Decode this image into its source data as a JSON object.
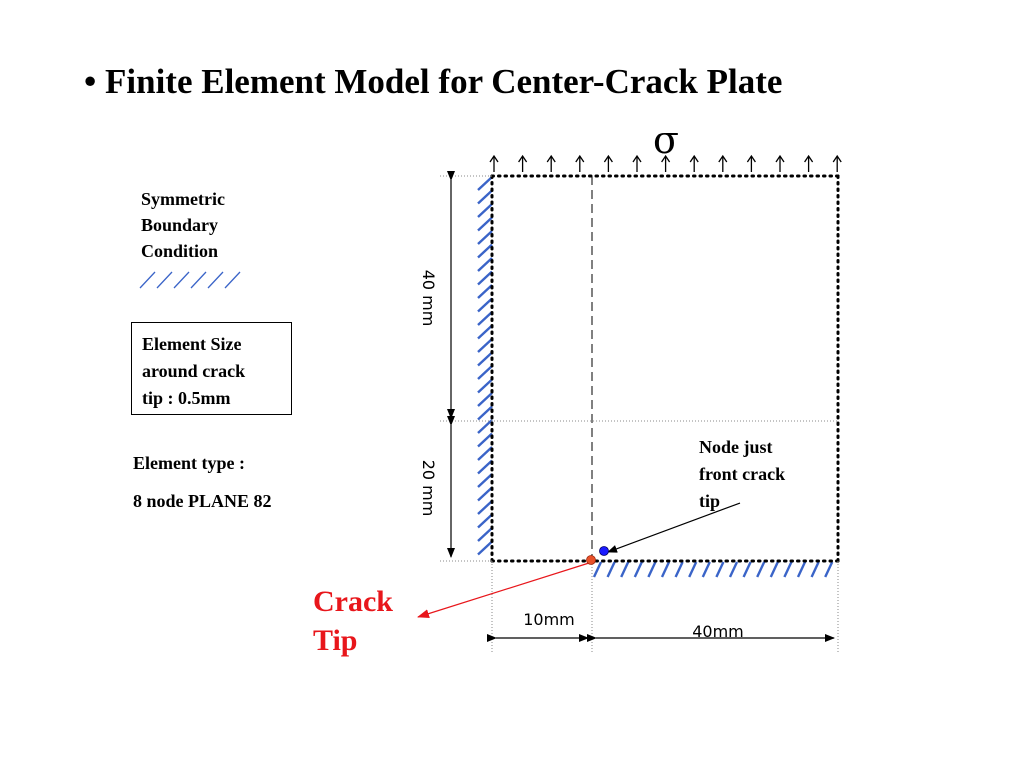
{
  "slide": {
    "title": "• Finite Element Model for Center-Crack Plate",
    "sigma": "σ",
    "symmetric_bc": [
      "Symmetric",
      "Boundary",
      "Condition"
    ],
    "element_size": [
      "Element Size",
      "around crack",
      "tip : 0.5mm"
    ],
    "element_type_label": "Element type :",
    "element_type_value": "8 node PLANE 82",
    "node_note": [
      "Node just",
      "front crack",
      "tip"
    ],
    "crack_tip": [
      "Crack",
      "Tip"
    ],
    "dimensions": {
      "height_upper": "40 mm",
      "height_lower": "20 mm",
      "width_left": "10mm",
      "width_right": "40mm"
    },
    "colors": {
      "hatch": "#3a64c8",
      "crack_tip_text": "#e8161b",
      "crack_tip_marker": "#e8512a",
      "node_marker": "#1a1aff"
    }
  }
}
